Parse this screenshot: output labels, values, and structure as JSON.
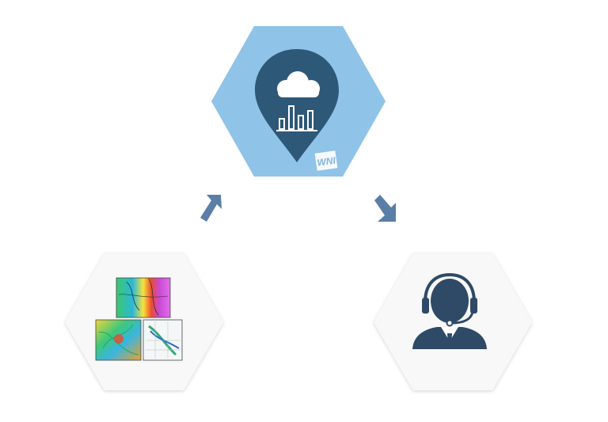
{
  "diagram": {
    "nodes": [
      {
        "id": "weather-platform",
        "icon": "location-pin-cloud-chart-icon",
        "badge": "WNI",
        "fill": "#8fc3e8"
      },
      {
        "id": "weather-maps",
        "icon": "weather-maps-icon",
        "fill": "#f8f8f8"
      },
      {
        "id": "support-operator",
        "icon": "headset-operator-icon",
        "fill": "#f8f8f8"
      }
    ],
    "arrows": [
      {
        "from": "weather-maps",
        "to": "weather-platform",
        "icon": "arrow-up-right-icon"
      },
      {
        "from": "weather-platform",
        "to": "support-operator",
        "icon": "arrow-down-right-icon"
      }
    ],
    "colors": {
      "primary_dark": "#2e5878",
      "arrow": "#5a7ea6",
      "hex_light": "#f8f8f8",
      "hex_blue": "#8fc3e8"
    }
  }
}
